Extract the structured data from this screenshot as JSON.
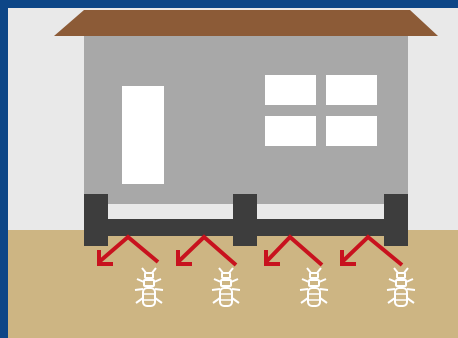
{
  "scene": {
    "subject": "house-termite-barrier-illustration",
    "colors": {
      "frame": "#0d4687",
      "wall": "#e9e9e9",
      "ground": "#cdb583",
      "roof": "#8c5b37",
      "house_body": "#a8a8a8",
      "window": "#ffffff",
      "door": "#ffffff",
      "foundation": "#3d3d3d",
      "arrow": "#c8121e",
      "termite": "#ffffff"
    },
    "elements": {
      "window_panes": 4,
      "foundation_posts": 3,
      "deflect_arrows": 4,
      "termites": 4
    },
    "icons": [
      "roof-icon",
      "door-icon",
      "window-icon",
      "foundation-barrier-icon",
      "deflect-arrow-icon",
      "termite-icon"
    ]
  }
}
